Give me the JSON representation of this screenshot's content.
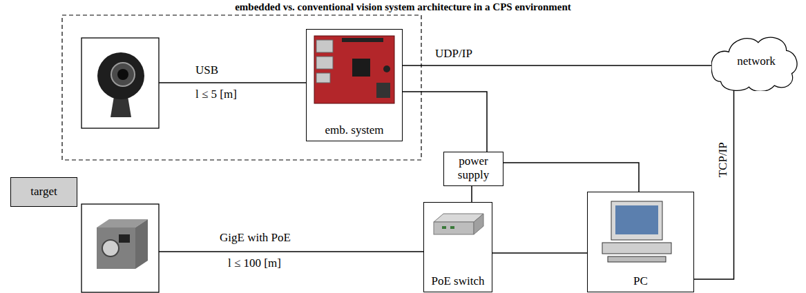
{
  "diagram": {
    "title": "embedded vs. conventional vision system architecture in a CPS environment",
    "nodes": [
      {
        "text": [
          "emb. system"
        ]
      },
      {
        "text": [
          "network"
        ]
      },
      {
        "text": [
          "target"
        ]
      },
      {
        "text": [
          "power supply"
        ]
      },
      {
        "text": [
          "PoE switch"
        ]
      },
      {
        "text": [
          "PC"
        ]
      }
    ],
    "edges": [
      {
        "from": 0,
        "to": 1,
        "label": "UDP/IP",
        "arrow": "none"
      },
      {
        "from": 0,
        "to": 3,
        "arrow": "none"
      },
      {
        "from": 3,
        "to": 4,
        "arrow": "none"
      },
      {
        "from": 3,
        "to": 5,
        "arrow": "none"
      },
      {
        "from": 4,
        "to": 5,
        "arrow": "none"
      },
      {
        "from": 5,
        "to": 1,
        "label": "TCP/IP",
        "arrow": "none"
      }
    ],
    "labels": [
      "USB",
      "l ≤ 5 [m]",
      "GigE with PoE",
      "l ≤ 100 [m]"
    ]
  }
}
